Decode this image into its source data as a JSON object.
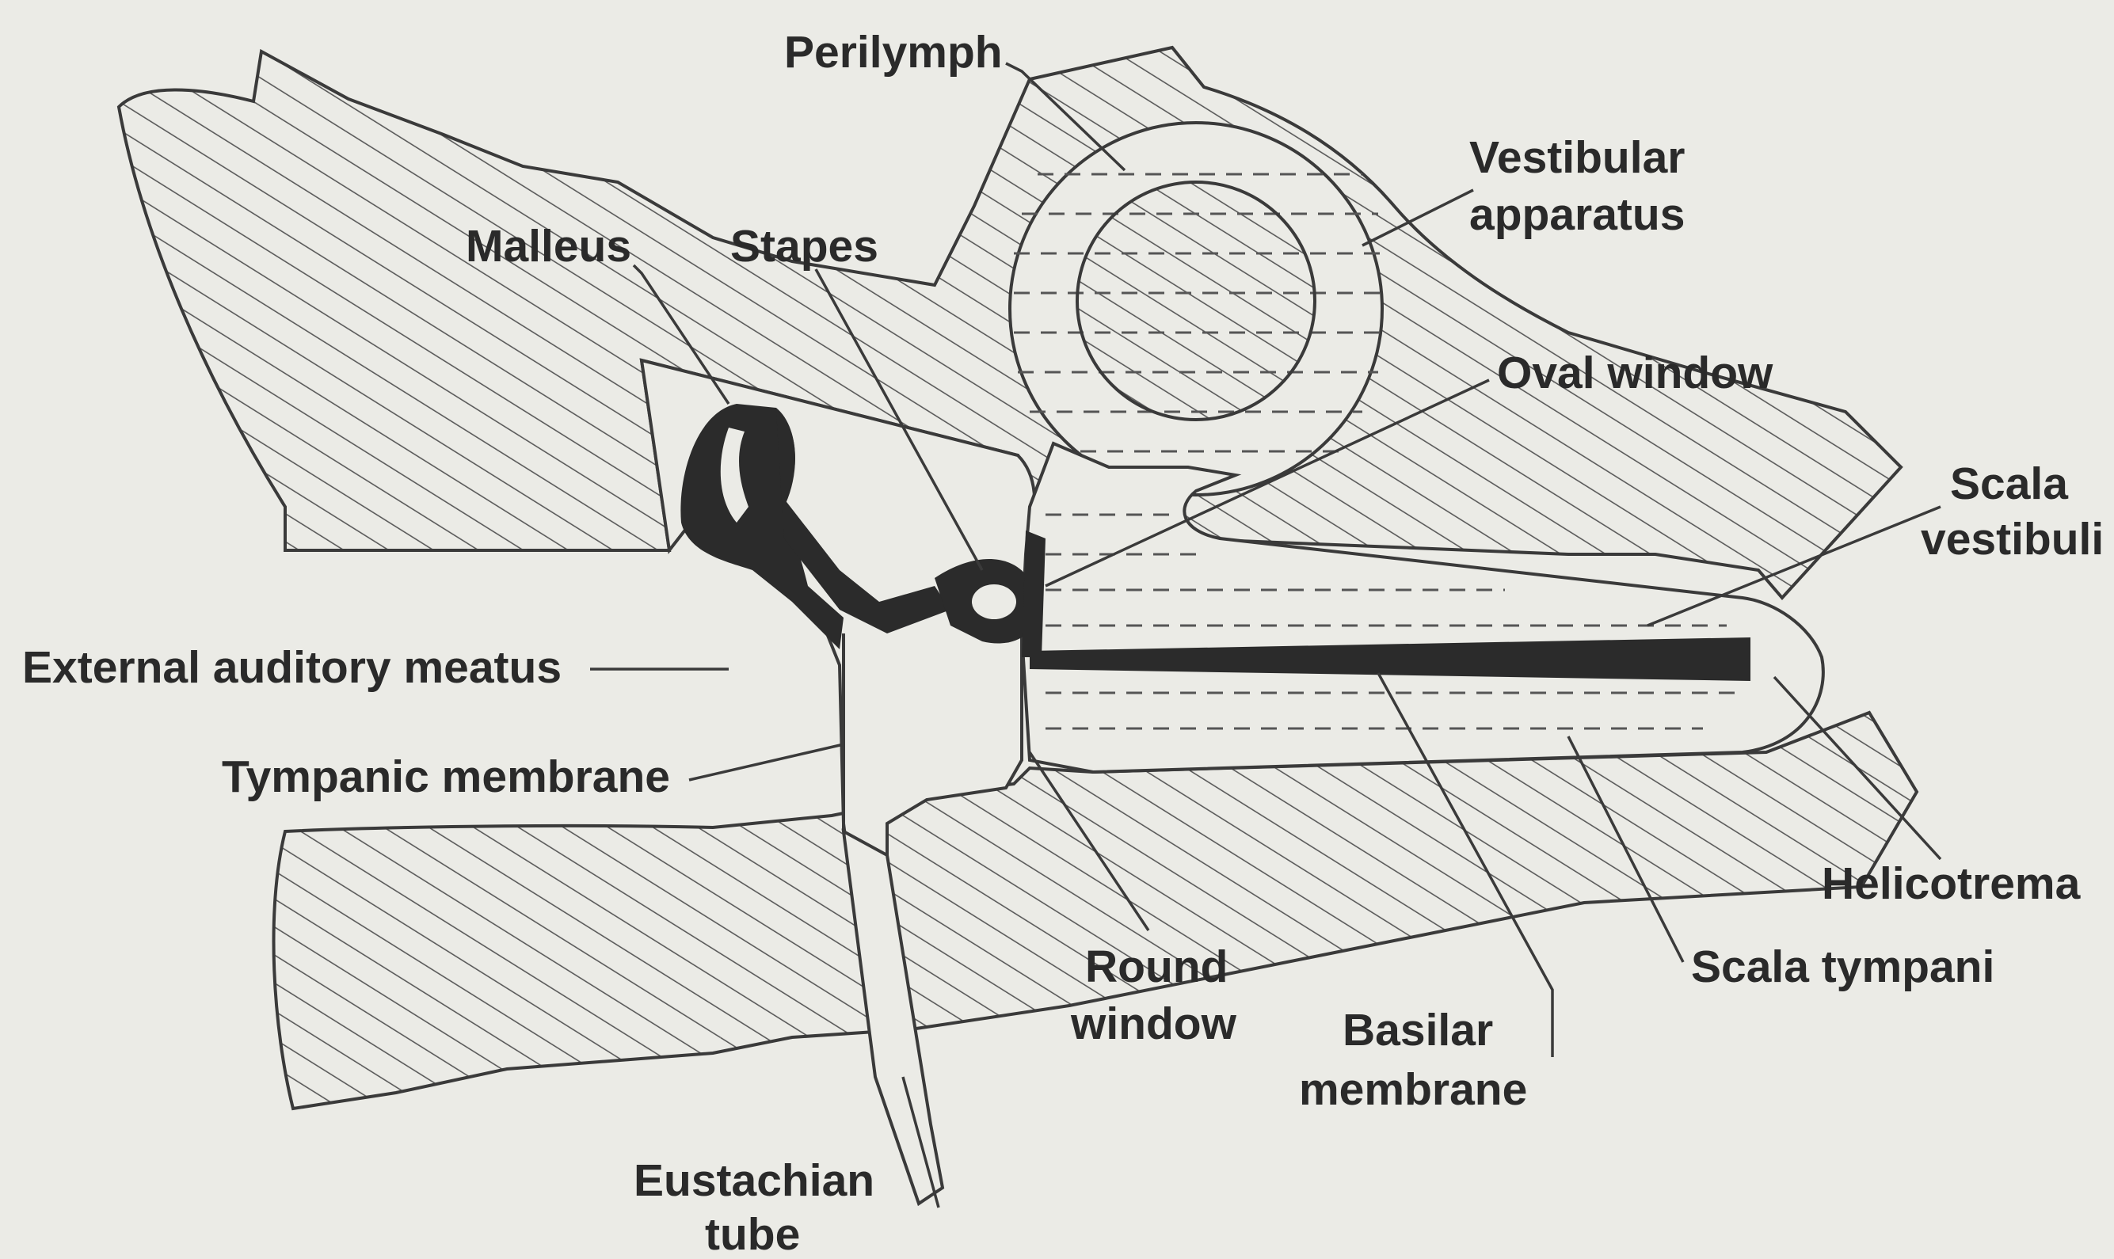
{
  "colors": {
    "background": "#ebebe6",
    "ink": "#2a2a2a",
    "hatch": "#5a5a5a",
    "ossicles": "#2b2b2b"
  },
  "labels": {
    "perilymph": "Perilymph",
    "vestibular_1": "Vestibular",
    "vestibular_2": "apparatus",
    "malleus": "Malleus",
    "stapes": "Stapes",
    "oval_window": "Oval window",
    "scala_vestibuli_1": "Scala",
    "scala_vestibuli_2": "vestibuli",
    "external_auditory_meatus": "External auditory meatus",
    "tympanic_membrane": "Tympanic membrane",
    "helicotrema": "Helicotrema",
    "round_window_1": "Round",
    "round_window_2": "window",
    "basilar_membrane_1": "Basilar",
    "basilar_membrane_2": "membrane",
    "scala_tympani": "Scala tympani",
    "eustachian_tube_1": "Eustachian",
    "eustachian_tube_2": "tube"
  }
}
